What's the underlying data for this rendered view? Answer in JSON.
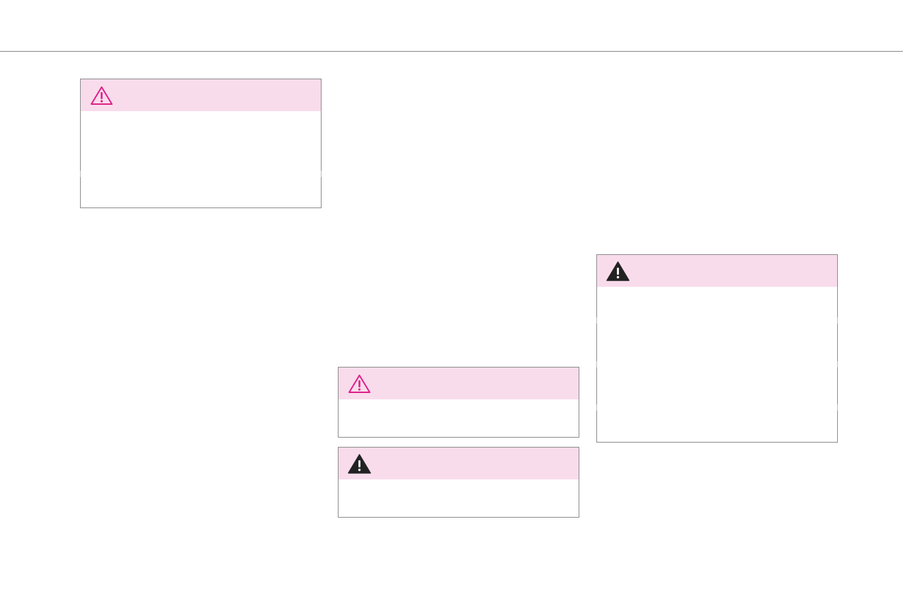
{
  "page": {
    "background": "#ffffff",
    "rule_color": "#8a8a8a"
  },
  "theme": {
    "header_fill": "#f9dcec",
    "border_color": "#8d8d8d",
    "caution_icon_color": "#e0218a",
    "warning_icon_color": "#222222"
  },
  "notices": [
    {
      "id": "notice-1",
      "type": "caution",
      "icon": "caution-outline-icon",
      "text": ""
    },
    {
      "id": "notice-2",
      "type": "caution",
      "icon": "caution-outline-icon",
      "text": ""
    },
    {
      "id": "notice-3",
      "type": "warning",
      "icon": "warning-filled-icon",
      "text": ""
    },
    {
      "id": "notice-4",
      "type": "warning",
      "icon": "warning-filled-icon",
      "text": ""
    }
  ]
}
